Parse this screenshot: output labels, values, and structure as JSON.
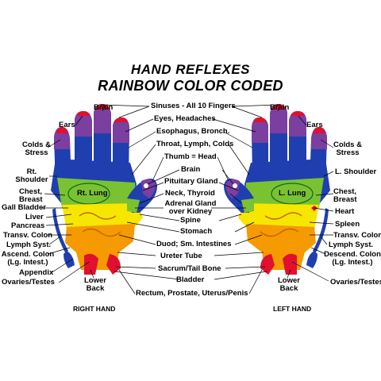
{
  "title_line1": "HAND  REFLEXES",
  "title_line2": "RAINBOW COLOR CODED",
  "center_labels": {
    "sinuses": "Sinuses - All 10 Fingers",
    "eyes": "Eyes, Headaches",
    "esophagus": "Esophagus, Bronch.",
    "throat": "Throat, Lymph, Colds",
    "thumb": "Thumb = Head",
    "brain": "Brain",
    "pituitary": "Pituitary Gland",
    "neck": "Neck, Thyroid",
    "adrenal1": "Adrenal Gland",
    "adrenal2": "over Kidney",
    "spine": "Spine",
    "stomach": "Stomach",
    "duod": "Duod; Sm. Intestines",
    "ureter": "Ureter Tube",
    "sacrum": "Sacrum/Tail Bone",
    "bladder": "Bladder",
    "rectum": "Rectum, Prostate, Uterus/Penis"
  },
  "right_hand": {
    "brain": "Brain",
    "ears": "Ears",
    "colds1": "Colds &",
    "colds2": "Stress",
    "shoulder1": "Rt.",
    "shoulder2": "Shoulder",
    "chest1": "Chest,",
    "chest2": "Breast",
    "lung": "Rt. Lung",
    "gall": "Gall Bladder",
    "liver": "Liver",
    "pancreas": "Pancreas",
    "transv": "Transv. Colon",
    "lymph": "Lymph Syst.",
    "ascend1": "Ascend. Colon",
    "ascend2": "(Lg. Intest.)",
    "appendix": "Appendix",
    "ovaries": "Ovaries/Testes",
    "lower1": "Lower",
    "lower2": "Back",
    "caption": "RIGHT HAND"
  },
  "left_hand": {
    "brain": "Brain",
    "ears": "Ears",
    "colds1": "Colds &",
    "colds2": "Stress",
    "shoulder": "L. Shoulder",
    "chest1": "Chest,",
    "chest2": "Breast",
    "lung": "L. Lung",
    "heart": "Heart",
    "spleen": "Spleen",
    "transv": "Transv. Colon",
    "lymph": "Lymph Syst.",
    "descend1": "Descend. Colon",
    "descend2": "(Lg. Intest.)",
    "ovaries": "Ovaries/Testes",
    "lower1": "Lower",
    "lower2": "Back",
    "caption": "LEFT HAND"
  },
  "colors": {
    "red": "#e0102e",
    "purple": "#7b3fa0",
    "blue": "#1f3fb0",
    "green": "#7ac231",
    "yellow": "#f7e600",
    "orange": "#f59a00"
  }
}
